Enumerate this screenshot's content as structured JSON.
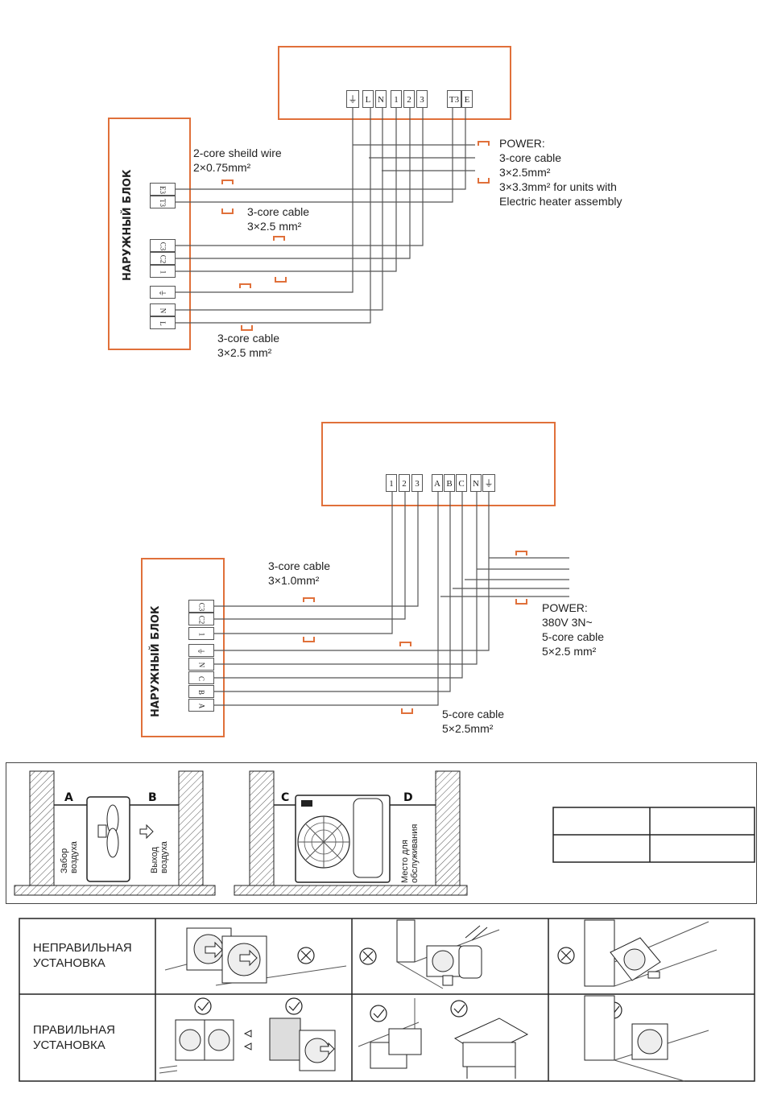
{
  "diagram1": {
    "outdoor_label": "НАРУЖНЫЙ БЛОК",
    "indoor_terminals": [
      "⏚",
      "L",
      "N",
      "1",
      "2",
      "3",
      "T3",
      "E"
    ],
    "outdoor_terminals": [
      "E3",
      "T3",
      "C3",
      "C2",
      "1",
      "⏚",
      "N",
      "L"
    ],
    "shield_wire": {
      "line1": "2-core sheild wire",
      "line2": "2×0.75mm²"
    },
    "signal_cable": {
      "line1": "3-core cable",
      "line2": "3×2.5 mm²"
    },
    "power_cable": {
      "line1": "3-core cable",
      "line2": "3×2.5 mm²"
    },
    "power": {
      "line1": "POWER:",
      "line2": "3-core cable",
      "line3": "3×2.5mm²",
      "line4": "3×3.3mm² for units with",
      "line5": "Electric heater assembly"
    }
  },
  "diagram2": {
    "outdoor_label": "НАРУЖНЫЙ БЛОК",
    "indoor_terminals": [
      "1",
      "2",
      "3",
      "A",
      "B",
      "C",
      "N",
      "⏚"
    ],
    "outdoor_terminals": [
      "C3",
      "C2",
      "1",
      "⏚",
      "N",
      "C",
      "B",
      "A"
    ],
    "signal_cable": {
      "line1": "3-core cable",
      "line2": "3×1.0mm²"
    },
    "power_cable": {
      "line1": "5-core cable",
      "line2": "5×2.5mm²"
    },
    "power": {
      "line1": "POWER:",
      "line2": "380V 3N~",
      "line3": "5-core cable",
      "line4": "5×2.5 mm²"
    }
  },
  "clearance": {
    "letters": [
      "A",
      "B",
      "C",
      "D"
    ],
    "air_intake": [
      "Забор",
      "воздуха"
    ],
    "air_outlet": [
      "Выход",
      "воздуха"
    ],
    "service": [
      "Место для",
      "обслуживания"
    ]
  },
  "installation": {
    "wrong_label": [
      "НЕПРАВИЛЬНАЯ",
      "УСТАНОВКА"
    ],
    "right_label": [
      "ПРАВИЛЬНАЯ",
      "УСТАНОВКА"
    ]
  },
  "colors": {
    "accent": "#e0703a",
    "wire": "#555555",
    "line": "#222222"
  }
}
